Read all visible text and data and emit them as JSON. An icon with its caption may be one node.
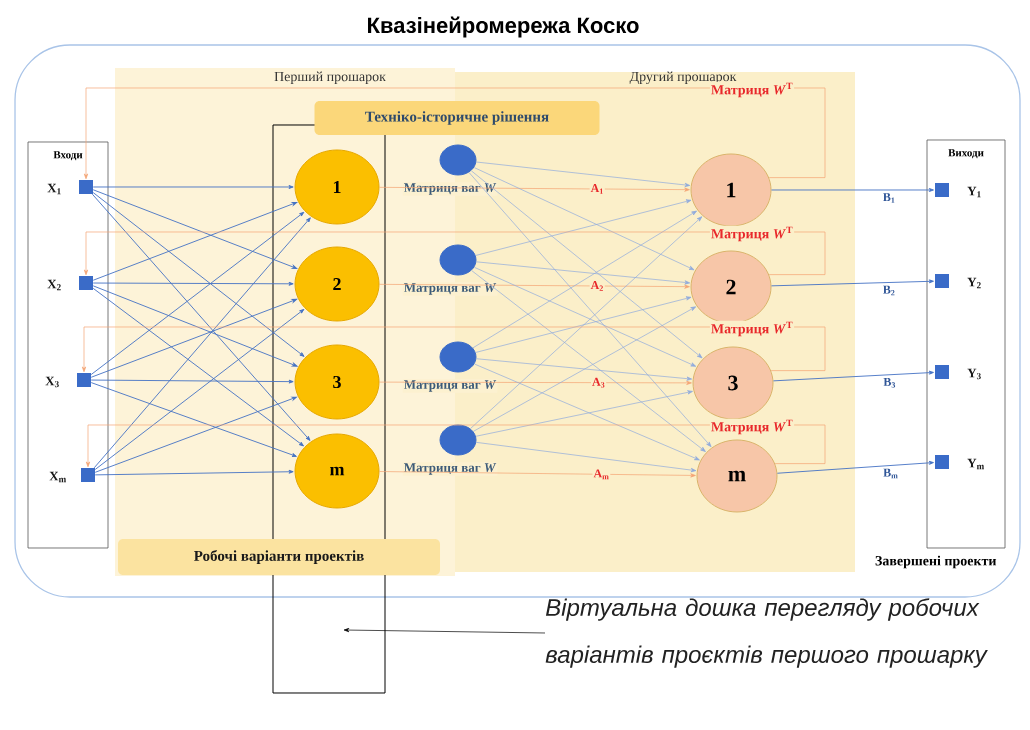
{
  "diagram": {
    "title": "Квазінейромережа Коско",
    "nodes": [
      {
        "text": [
          "Входи"
        ]
      },
      {
        "text": [],
        "shape": "box",
        "in": 0,
        "beside": [
          "X$_{1}$"
        ]
      },
      {
        "text": [],
        "shape": "box",
        "in": 0,
        "beside": [
          "X$_{2}$"
        ]
      },
      {
        "text": [],
        "shape": "box",
        "in": 0,
        "beside": [
          "X$_{3}$"
        ]
      },
      {
        "text": [],
        "shape": "box",
        "in": 0,
        "beside": [
          "X$_{m}$"
        ]
      },
      {
        "text": [
          "Виходи"
        ]
      },
      {
        "text": [],
        "shape": "box",
        "in": 5,
        "beside": [
          "Y$_{1}$"
        ]
      },
      {
        "text": [],
        "shape": "box",
        "in": 5,
        "beside": [
          "Y$_{2}$"
        ]
      },
      {
        "text": [],
        "shape": "box",
        "in": 5,
        "beside": [
          "Y$_{3}$"
        ]
      },
      {
        "text": [],
        "shape": "box",
        "in": 5,
        "beside": [
          "Y$_{m}$"
        ]
      },
      {
        "text": [
          "Перший прошарок"
        ]
      },
      {
        "text": [
          "Другий прошарок"
        ]
      },
      {
        "text": [
          "Техніко-історичне рішення"
        ]
      },
      {
        "text": [
          "Робочі варіанти проектів"
        ],
        "in": 10
      },
      {
        "text": [
          "1"
        ],
        "in": 10
      },
      {
        "text": [
          "2"
        ],
        "in": 10
      },
      {
        "text": [
          "3"
        ],
        "in": 10
      },
      {
        "text": [
          "m"
        ],
        "in": 10
      },
      {
        "text": [],
        "shape": "circle",
        "beside": [
          "Матриця ваг *W*"
        ]
      },
      {
        "text": [],
        "shape": "circle",
        "beside": [
          "Матриця ваг *W*"
        ]
      },
      {
        "text": [],
        "shape": "circle",
        "beside": [
          "Матриця ваг *W*"
        ]
      },
      {
        "text": [],
        "shape": "circle",
        "beside": [
          "Матриця ваг *W*"
        ]
      },
      {
        "text": [
          "1"
        ],
        "in": 11
      },
      {
        "text": [
          "2"
        ],
        "in": 11
      },
      {
        "text": [
          "3"
        ],
        "in": 11
      },
      {
        "text": [
          "m"
        ],
        "in": 11
      },
      {
        "text": [
          "Віртуальна дошка перегляду робочих варіантів проєктів першого прошарку"
        ]
      }
    ],
    "edges": [
      {
        "from": 1,
        "to": 14,
        "arrow": "to"
      },
      {
        "from": 1,
        "to": 15,
        "arrow": "to"
      },
      {
        "from": 1,
        "to": 16,
        "arrow": "to"
      },
      {
        "from": 1,
        "to": 17,
        "arrow": "to"
      },
      {
        "from": 2,
        "to": 14,
        "arrow": "to"
      },
      {
        "from": 2,
        "to": 15,
        "arrow": "to"
      },
      {
        "from": 2,
        "to": 16,
        "arrow": "to"
      },
      {
        "from": 2,
        "to": 17,
        "arrow": "to"
      },
      {
        "from": 3,
        "to": 14,
        "arrow": "to"
      },
      {
        "from": 3,
        "to": 15,
        "arrow": "to"
      },
      {
        "from": 3,
        "to": 16,
        "arrow": "to"
      },
      {
        "from": 3,
        "to": 17,
        "arrow": "to"
      },
      {
        "from": 4,
        "to": 14,
        "arrow": "to"
      },
      {
        "from": 4,
        "to": 15,
        "arrow": "to"
      },
      {
        "from": 4,
        "to": 16,
        "arrow": "to"
      },
      {
        "from": 4,
        "to": 17,
        "arrow": "to"
      },
      {
        "from": 14,
        "to": 22,
        "label": "A$_{1}$",
        "arrow": "to",
        "color": "#f4a373"
      },
      {
        "from": 15,
        "to": 23,
        "label": "A$_{2}$",
        "arrow": "to",
        "color": "#f4a373"
      },
      {
        "from": 16,
        "to": 24,
        "label": "A$_{3}$",
        "arrow": "to",
        "color": "#f4a373"
      },
      {
        "from": 17,
        "to": 25,
        "label": "A$_{m}$",
        "arrow": "to",
        "color": "#f4a373"
      },
      {
        "from": 18,
        "to": 22,
        "arrow": "to",
        "color": "#8faadc"
      },
      {
        "from": 18,
        "to": 23,
        "arrow": "to",
        "color": "#8faadc"
      },
      {
        "from": 18,
        "to": 24,
        "arrow": "to",
        "color": "#8faadc"
      },
      {
        "from": 18,
        "to": 25,
        "arrow": "to",
        "color": "#8faadc"
      },
      {
        "from": 19,
        "to": 22,
        "arrow": "to",
        "color": "#8faadc"
      },
      {
        "from": 19,
        "to": 23,
        "arrow": "to",
        "color": "#8faadc"
      },
      {
        "from": 19,
        "to": 24,
        "arrow": "to",
        "color": "#8faadc"
      },
      {
        "from": 19,
        "to": 25,
        "arrow": "to",
        "color": "#8faadc"
      },
      {
        "from": 20,
        "to": 22,
        "arrow": "to",
        "color": "#8faadc"
      },
      {
        "from": 20,
        "to": 23,
        "arrow": "to",
        "color": "#8faadc"
      },
      {
        "from": 20,
        "to": 24,
        "arrow": "to",
        "color": "#8faadc"
      },
      {
        "from": 20,
        "to": 25,
        "arrow": "to",
        "color": "#8faadc"
      },
      {
        "from": 21,
        "to": 22,
        "arrow": "to",
        "color": "#8faadc"
      },
      {
        "from": 21,
        "to": 23,
        "arrow": "to",
        "color": "#8faadc"
      },
      {
        "from": 21,
        "to": 24,
        "arrow": "to",
        "color": "#8faadc"
      },
      {
        "from": 21,
        "to": 25,
        "arrow": "to",
        "color": "#8faadc"
      },
      {
        "from": 22,
        "to": 6,
        "label": "B$_{1}$",
        "arrow": "to"
      },
      {
        "from": 23,
        "to": 7,
        "label": "B$_{2}$",
        "arrow": "to"
      },
      {
        "from": 24,
        "to": 8,
        "label": "B$_{3}$",
        "arrow": "to"
      },
      {
        "from": 25,
        "to": 9,
        "label": "B$_{m}$",
        "arrow": "to"
      },
      {
        "from": 22,
        "to": 1,
        "label": "Матриця *W*$^{T}$",
        "arrow": "to",
        "color": "#f4a373"
      },
      {
        "from": 23,
        "to": 2,
        "label": "Матриця *W*$^{T}$",
        "arrow": "to",
        "color": "#f4a373"
      },
      {
        "from": 24,
        "to": 3,
        "label": "Матриця *W*$^{T}$",
        "arrow": "to",
        "color": "#f4a373"
      },
      {
        "from": 25,
        "to": 4,
        "label": "Матриця *W*$^{T}$",
        "arrow": "to",
        "color": "#f4a373"
      },
      {
        "from": 26,
        "to": null,
        "arrow": "to",
        "color": "#000000"
      }
    ],
    "labels": [
      "Завершені проекти"
    ]
  }
}
